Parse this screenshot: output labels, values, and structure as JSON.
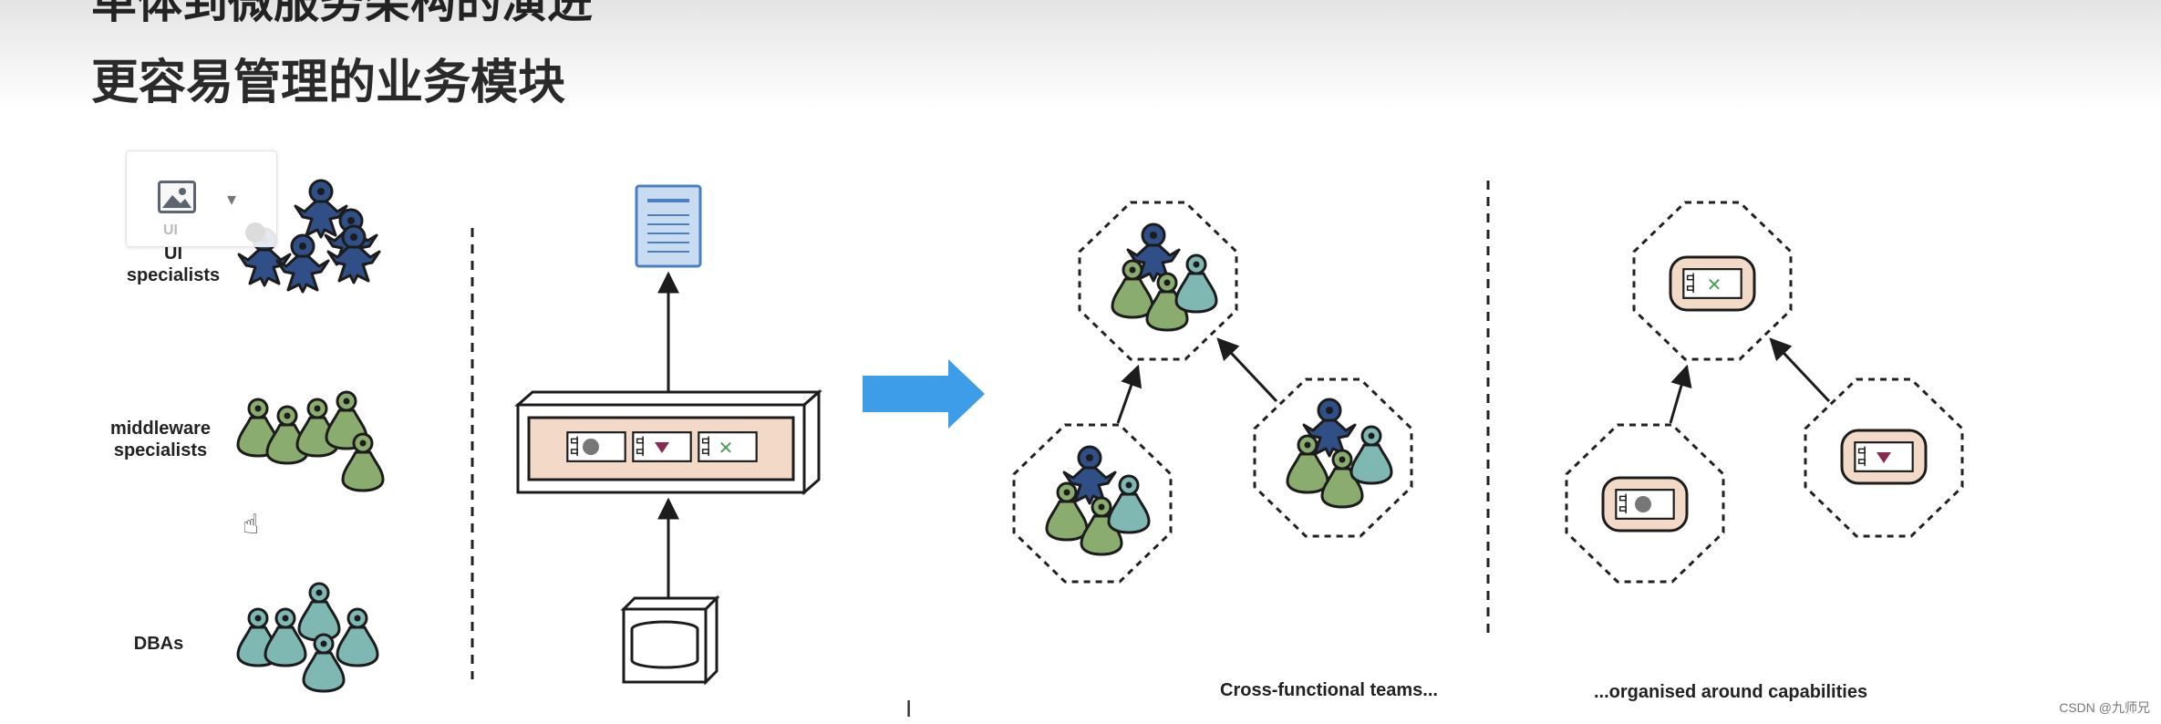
{
  "slide": {
    "title_cut": "单体到微服务架构的演进",
    "subtitle": "更容易管理的业务模块"
  },
  "left_panel": {
    "roles": [
      {
        "label": "UI\nspecialists",
        "ghost": "UI"
      },
      {
        "label": "middleware\nspecialists"
      },
      {
        "label": "DBAs"
      }
    ]
  },
  "captions": {
    "cross_functional": "Cross-functional teams...",
    "capabilities": "...organised around capabilities"
  },
  "watermark": "CSDN @九师兄",
  "colors": {
    "ui_blue": "#2f4f86",
    "middleware_green": "#8aac6e",
    "dba_teal": "#7fb7b3",
    "arrow_blue": "#3d9de8",
    "component_fill": "#f3d9c8",
    "doc_blue": "#c9dbf0"
  },
  "icons": [
    "image-icon",
    "chevron-down-icon",
    "hand-cursor-icon",
    "text-cursor-icon"
  ]
}
